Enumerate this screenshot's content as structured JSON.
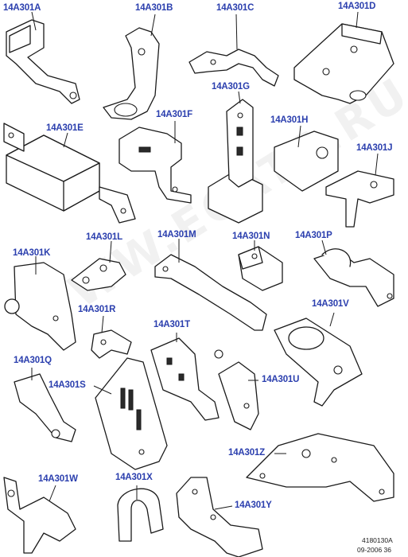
{
  "labels": {
    "A": "14A301A",
    "B": "14A301B",
    "C": "14A301C",
    "D": "14A301D",
    "E": "14A301E",
    "F": "14A301F",
    "G": "14A301G",
    "H": "14A301H",
    "J": "14A301J",
    "K": "14A301K",
    "L": "14A301L",
    "M": "14A301M",
    "N": "14A301N",
    "P": "14A301P",
    "Q": "14A301Q",
    "R": "14A301R",
    "S": "14A301S",
    "T": "14A301T",
    "U": "14A301U",
    "V": "14A301V",
    "W": "14A301W",
    "X": "14A301X",
    "Y": "14A301Y",
    "Z": "14A301Z"
  },
  "footer": {
    "code": "4180130A",
    "date": "09-2006 36"
  },
  "watermark": "WWW.ECATS.RU",
  "colors": {
    "label": "#2b3fae",
    "line": "#1a1a1a"
  }
}
